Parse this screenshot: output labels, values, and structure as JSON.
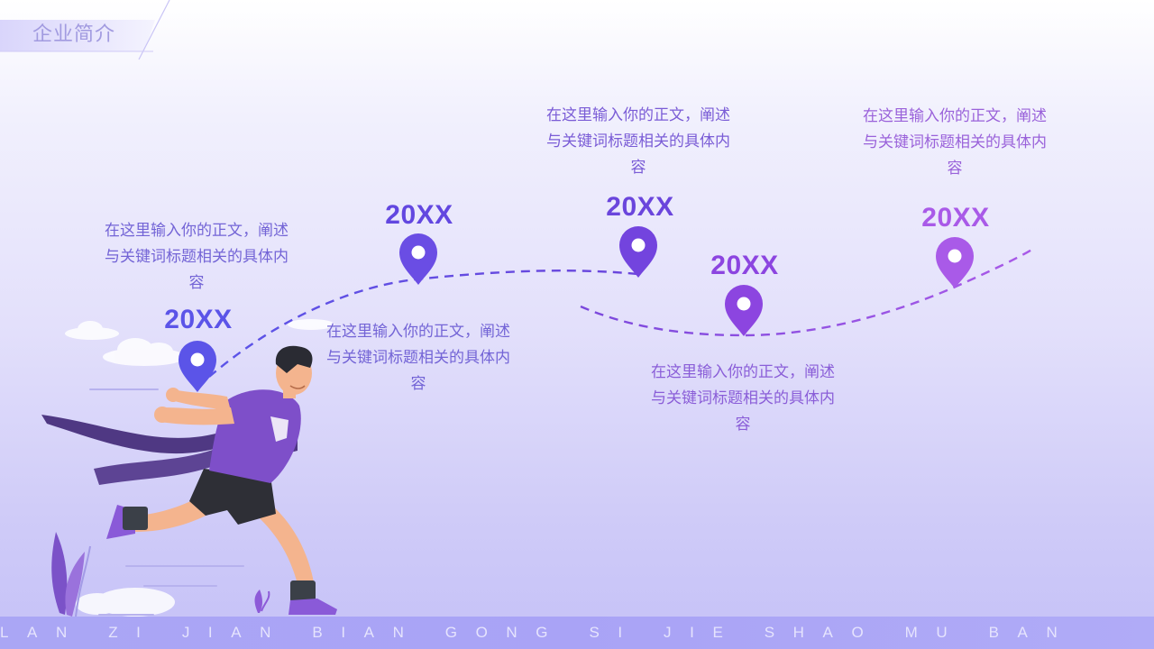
{
  "header": {
    "title": "企业简介"
  },
  "colors": {
    "blue_violet": "#5b54e8",
    "violet": "#6a45dc",
    "purple": "#8c45e0",
    "magenta_purple": "#a95ae8",
    "text_violet": "#7364d6",
    "text_purple": "#9a62da"
  },
  "timeline": {
    "milestones": [
      {
        "year": "20XX",
        "text": "在这里输入你的正文，阐述与关键词标题相关的具体内容",
        "pin_icon": "location-pin-icon"
      },
      {
        "year": "20XX",
        "text": "在这里输入你的正文，阐述与关键词标题相关的具体内容",
        "pin_icon": "location-pin-icon"
      },
      {
        "year": "20XX",
        "text": "在这里输入你的正文，阐述与关键词标题相关的具体内容",
        "pin_icon": "location-pin-icon"
      },
      {
        "year": "20XX",
        "text": "在这里输入你的正文，阐述与关键词标题相关的具体内容",
        "pin_icon": "location-pin-icon"
      },
      {
        "year": "20XX",
        "text": "在这里输入你的正文，阐述与关键词标题相关的具体内容",
        "pin_icon": "location-pin-icon"
      }
    ]
  },
  "footer": {
    "text": "LAN ZI JIAN BIAN GONG SI JIE SHAO MU BAN"
  }
}
